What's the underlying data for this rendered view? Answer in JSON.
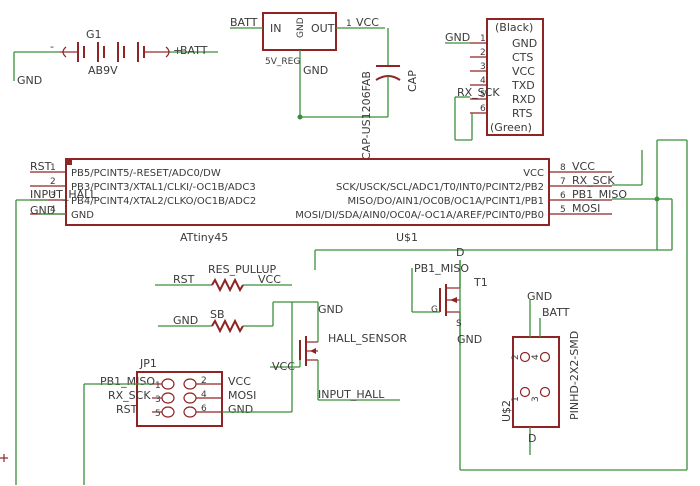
{
  "battery": {
    "name": "G1",
    "value": "AB9V",
    "minus": "-",
    "plus": "+",
    "net_neg": "GND",
    "net_pos": "BATT"
  },
  "regulator": {
    "pin_in": "IN",
    "pin_out": "OUT",
    "pin_gnd": "GND",
    "name": "5V_REG",
    "net_in": "BATT",
    "net_out_num": "1",
    "net_out": "VCC",
    "net_gnd": "GND"
  },
  "cap": {
    "part": "CAP-US1206FAB",
    "value": "CAP"
  },
  "ftdi": {
    "top": "(Black)",
    "bottom": "(Green)",
    "pins": [
      "GND",
      "CTS",
      "VCC",
      "TXD",
      "RXD",
      "RTS"
    ],
    "nums": [
      "1",
      "2",
      "3",
      "4",
      "5",
      "6"
    ],
    "net_gnd": "GND",
    "net_rx": "RX_SCK"
  },
  "mcu": {
    "name": "U$1",
    "value": "ATtiny45",
    "left_pins": [
      "PB5/PCINT5/-RESET/ADC0/DW",
      "PB3/PCINT3/XTAL1/CLKI/-OC1B/ADC3",
      "PB4/PCINT4/XTAL2/CLKO/OC1B/ADC2",
      "GND"
    ],
    "right_pins": [
      "VCC",
      "SCK/USCK/SCL/ADC1/T0/INT0/PCINT2/PB2",
      "MISO/DO/AIN1/OC0B/OC1A/PCINT1/PB1",
      "MOSI/DI/SDA/AIN0/OC0A/-OC1A/AREF/PCINT0/PB0"
    ],
    "left_nums": [
      "1",
      "2",
      "3",
      "4"
    ],
    "right_nums": [
      "8",
      "7",
      "6",
      "5"
    ],
    "left_nets": [
      "RST",
      "",
      "INPUT_HALL",
      "GND"
    ],
    "right_nets": [
      "VCC",
      "RX_SCK",
      "PB1_MISO",
      "MOSI"
    ]
  },
  "resistors": {
    "r1_name": "RES_PULLUP",
    "r1_left": "RST",
    "r1_right": "VCC",
    "r2_name": "SB",
    "r2_left": "GND"
  },
  "hall": {
    "name": "HALL_SENSOR",
    "net_vcc": "VCC",
    "net_gnd": "GND",
    "net_out": "INPUT_HALL"
  },
  "mosfet": {
    "name": "T1",
    "drain": "D",
    "gate": "G",
    "source": "S",
    "net_gate": "PB1_MISO",
    "net_gnd": "GND"
  },
  "isp": {
    "name": "JP1",
    "left_nets": [
      "PB1_MISO",
      "RX_SCK",
      "RST"
    ],
    "right_nets": [
      "VCC",
      "MOSI",
      "GND"
    ],
    "left_nums": [
      "1",
      "3",
      "5"
    ],
    "right_nums": [
      "2",
      "4",
      "6"
    ]
  },
  "header2": {
    "part": "PINHD-2X2-SMD",
    "name": "U$2",
    "net_gnd": "GND",
    "net_batt": "BATT",
    "net_d": "D",
    "nums": [
      "2",
      "4",
      "1",
      "3"
    ]
  }
}
